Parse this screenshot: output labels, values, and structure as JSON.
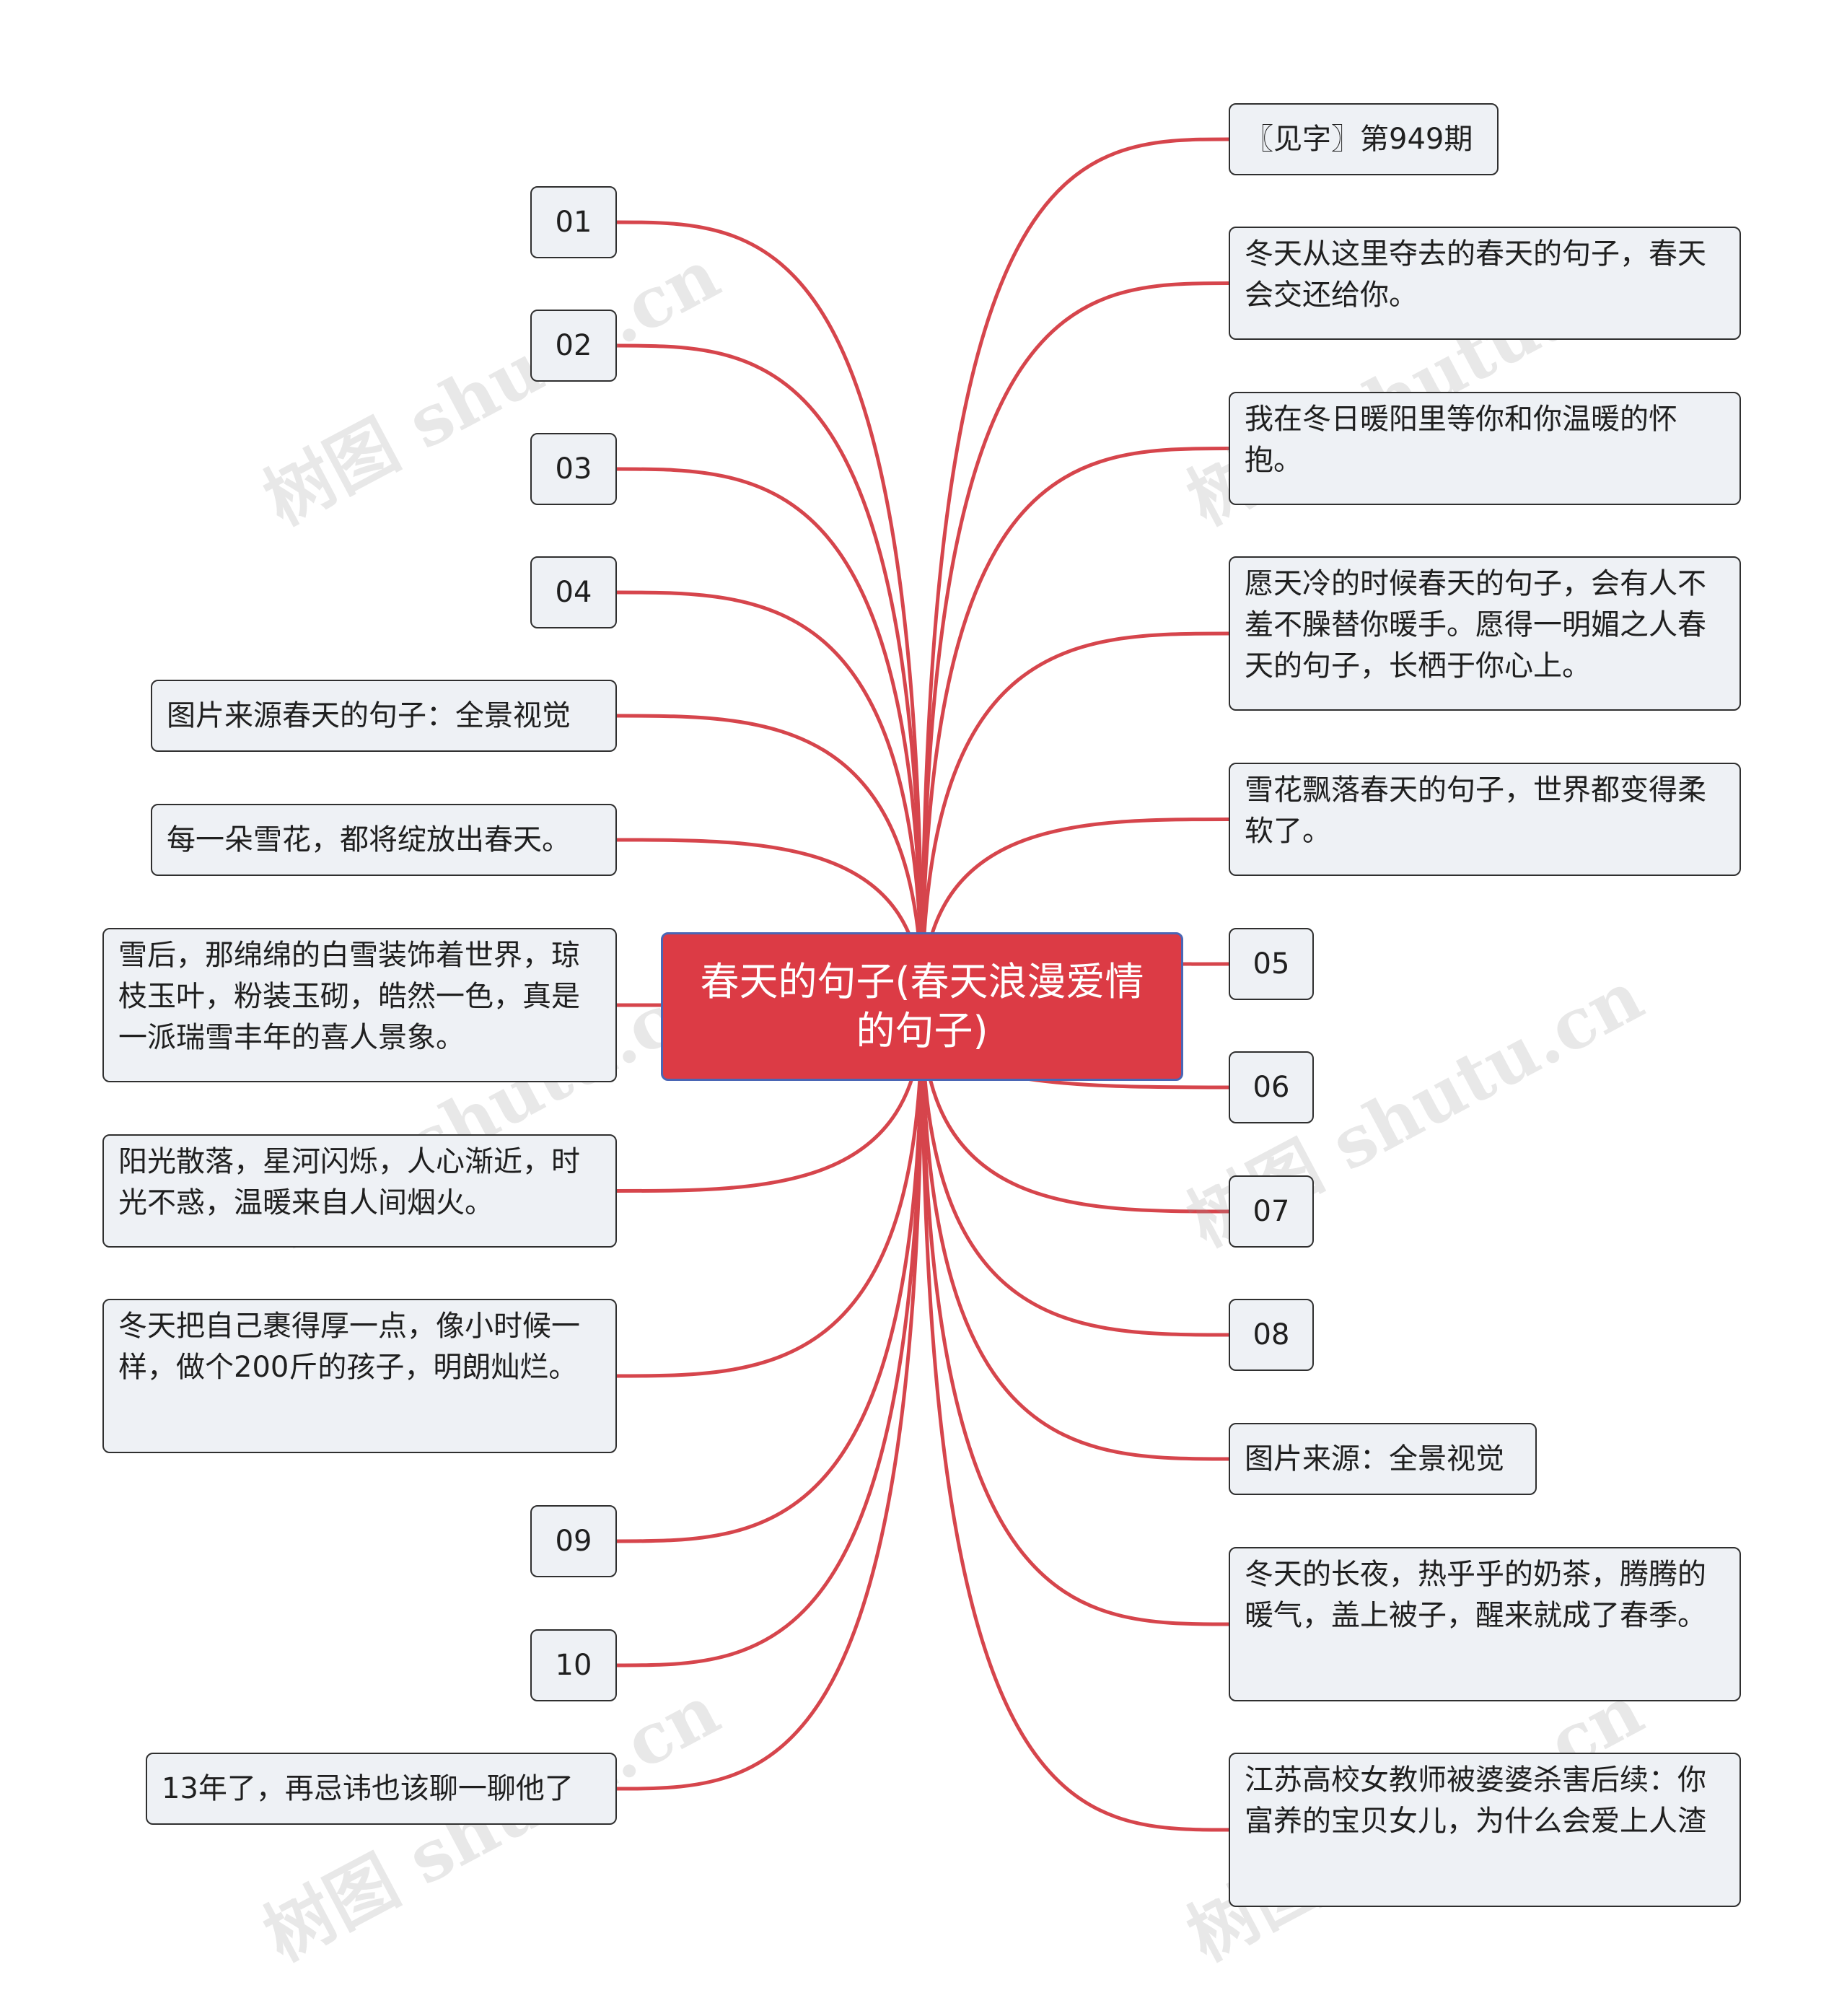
{
  "center": {
    "label": "春天的句子(春天浪漫爱情的句子)"
  },
  "colors": {
    "edge": "#d6454c",
    "center_fill": "#dc3b45",
    "center_border": "#4a66b5",
    "node_fill": "#eef1f5"
  },
  "watermark": "树图 shutu.cn",
  "left_nodes": [
    "01",
    "02",
    "03",
    "04",
    "图片来源春天的句子：全景视觉",
    "每一朵雪花，都将绽放出春天。",
    "雪后，那绵绵的白雪装饰着世界，琼枝玉叶，粉装玉砌，皓然一色，真是一派瑞雪丰年的喜人景象。",
    "阳光散落，星河闪烁，人心渐近，时光不惑，温暖来自人间烟火。",
    "冬天把自己裹得厚一点，像小时候一样，做个200斤的孩子，明朗灿烂。",
    "09",
    "10",
    "13年了，再忌讳也该聊一聊他了"
  ],
  "right_nodes": [
    "〖见字〗第949期",
    "冬天从这里夺去的春天的句子，春天会交还给你。",
    "我在冬日暖阳里等你和你温暖的怀抱。",
    "愿天冷的时候春天的句子，会有人不羞不臊替你暖手。愿得一明媚之人春天的句子，长栖于你心上。",
    "雪花飘落春天的句子，世界都变得柔软了。",
    "05",
    "06",
    "07",
    "08",
    "图片来源：全景视觉",
    "冬天的长夜，热乎乎的奶茶，腾腾的暖气，盖上被子，醒来就成了春季。",
    "江苏高校女教师被婆婆杀害后续：你富养的宝贝女儿，为什么会爱上人渣"
  ]
}
